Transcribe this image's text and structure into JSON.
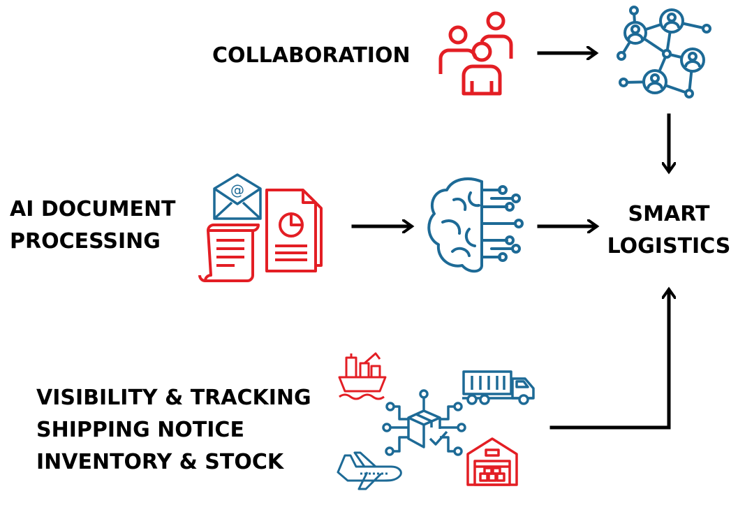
{
  "labels": {
    "collaboration": "COLLABORATION",
    "ai_line1": "AI DOCUMENT",
    "ai_line2": "PROCESSING",
    "smart_line1": "SMART",
    "smart_line2": "LOGISTICS",
    "visibility": "VISIBILITY & TRACKING",
    "shipping": "SHIPPING NOTICE",
    "inventory": "INVENTORY & STOCK"
  },
  "document_icon": {
    "at_symbol": "@"
  },
  "colors": {
    "red": "#e31e24",
    "blue": "#1d6a96",
    "arrow": "#000000",
    "text": "#000000"
  },
  "icons": [
    "people-group-icon",
    "network-icon",
    "email-icon",
    "pie-document-icon",
    "scroll-document-icon",
    "ai-brain-icon",
    "cargo-ship-icon",
    "truck-icon",
    "airplane-icon",
    "warehouse-icon",
    "package-hub-icon"
  ]
}
